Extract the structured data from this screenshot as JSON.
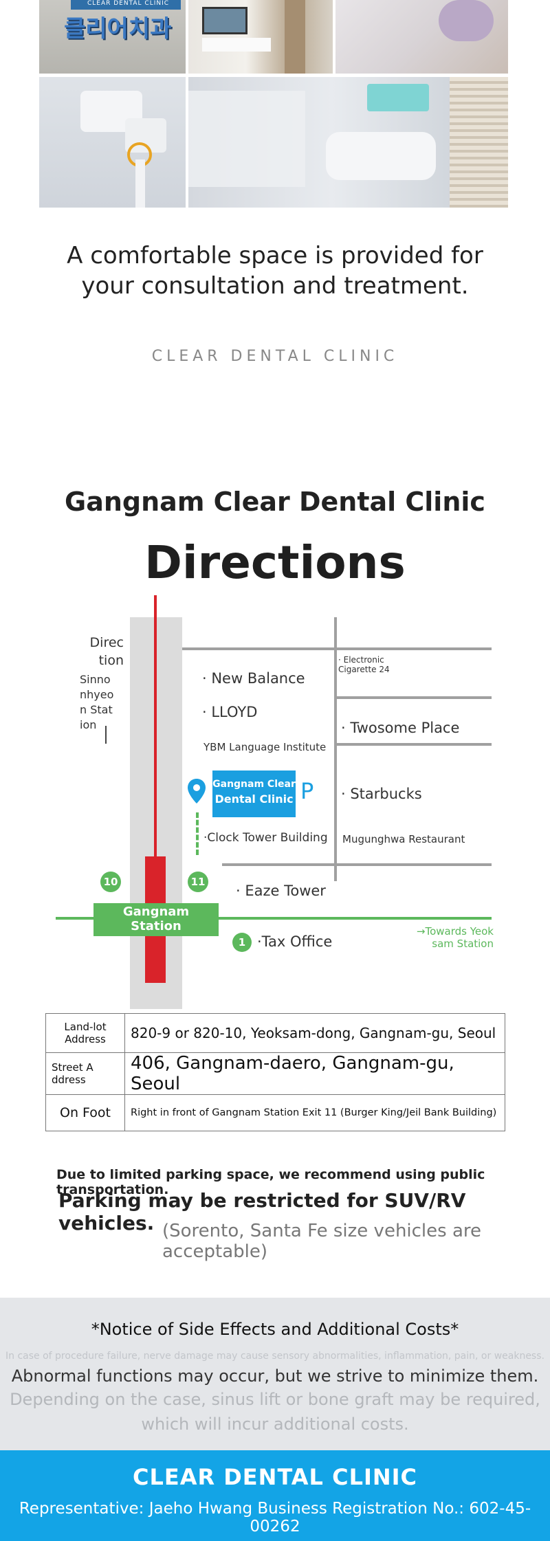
{
  "gallery": {
    "sign_text": "클리어치과",
    "sign_sub": "CLEAR DENTAL CLINIC"
  },
  "intro": {
    "line1": "A comfortable space is provided for",
    "line2": "your consultation and treatment.",
    "brand": "CLEAR DENTAL CLINIC"
  },
  "directions": {
    "clinic_title": "Gangnam Clear Dental Clinic",
    "title": "Directions"
  },
  "map": {
    "direction_label_1": "Direc",
    "direction_label_2": "tion",
    "sinnonhyeon": "Sinno nhyeo n Stat ion",
    "new_balance": "· New Balance",
    "lloyd": "· LLOYD",
    "ybm": "YBM Language Institute",
    "clinic_box_1": "Gangnam Clear",
    "clinic_box_2": "Dental Clinic",
    "parking_p": "P",
    "clock_tower": "·Clock Tower Building",
    "electronic_cig": "· Electronic Cigarette 24",
    "twosome": "· Twosome Place",
    "starbucks": "· Starbucks",
    "mugunghwa": "Mugunghwa Restaurant",
    "eaze": "· Eaze Tower",
    "station_1": "Gangnam",
    "station_2": "Station",
    "exit_10": "10",
    "exit_11": "11",
    "exit_1": "1",
    "tax_office": "·Tax Office",
    "towards_1": "→Towards Yeok",
    "towards_2": "sam Station",
    "colors": {
      "green": "#5cb85c",
      "red": "#d9232a",
      "blue": "#1b9fe0",
      "road": "#a0a0a0"
    }
  },
  "address": {
    "rows": [
      {
        "label": "Land-lot Address",
        "value": "820-9 or 820-10, Yeoksam-dong, Gangnam-gu, Seoul"
      },
      {
        "label": "Street A ddress",
        "value": "406, Gangnam-daero, Gangnam-gu, Seoul"
      },
      {
        "label": "On Foot",
        "value": "Right in front of Gangnam Station Exit 11 (Burger King/Jeil Bank Building)"
      }
    ]
  },
  "parking": {
    "line1": "Due to limited parking space, we recommend using public transportation.",
    "line2": "Parking may be restricted for SUV/RV vehicles.",
    "line3": "(Sorento, Santa Fe size vehicles are acceptable)"
  },
  "notice": {
    "title": "*Notice of Side Effects and Additional Costs*",
    "line1": "In case of procedure failure, nerve damage may cause sensory abnormalities, inflammation, pain, or weakness.",
    "line2": "Abnormal functions may occur, but we strive to minimize them.",
    "line3": "Depending on the case, sinus lift or bone graft may be required,",
    "line4": "which will incur additional costs."
  },
  "footer": {
    "name": "CLEAR DENTAL CLINIC",
    "info": "Representative: Jaeho Hwang  Business Registration No.: 602-45-00262"
  }
}
